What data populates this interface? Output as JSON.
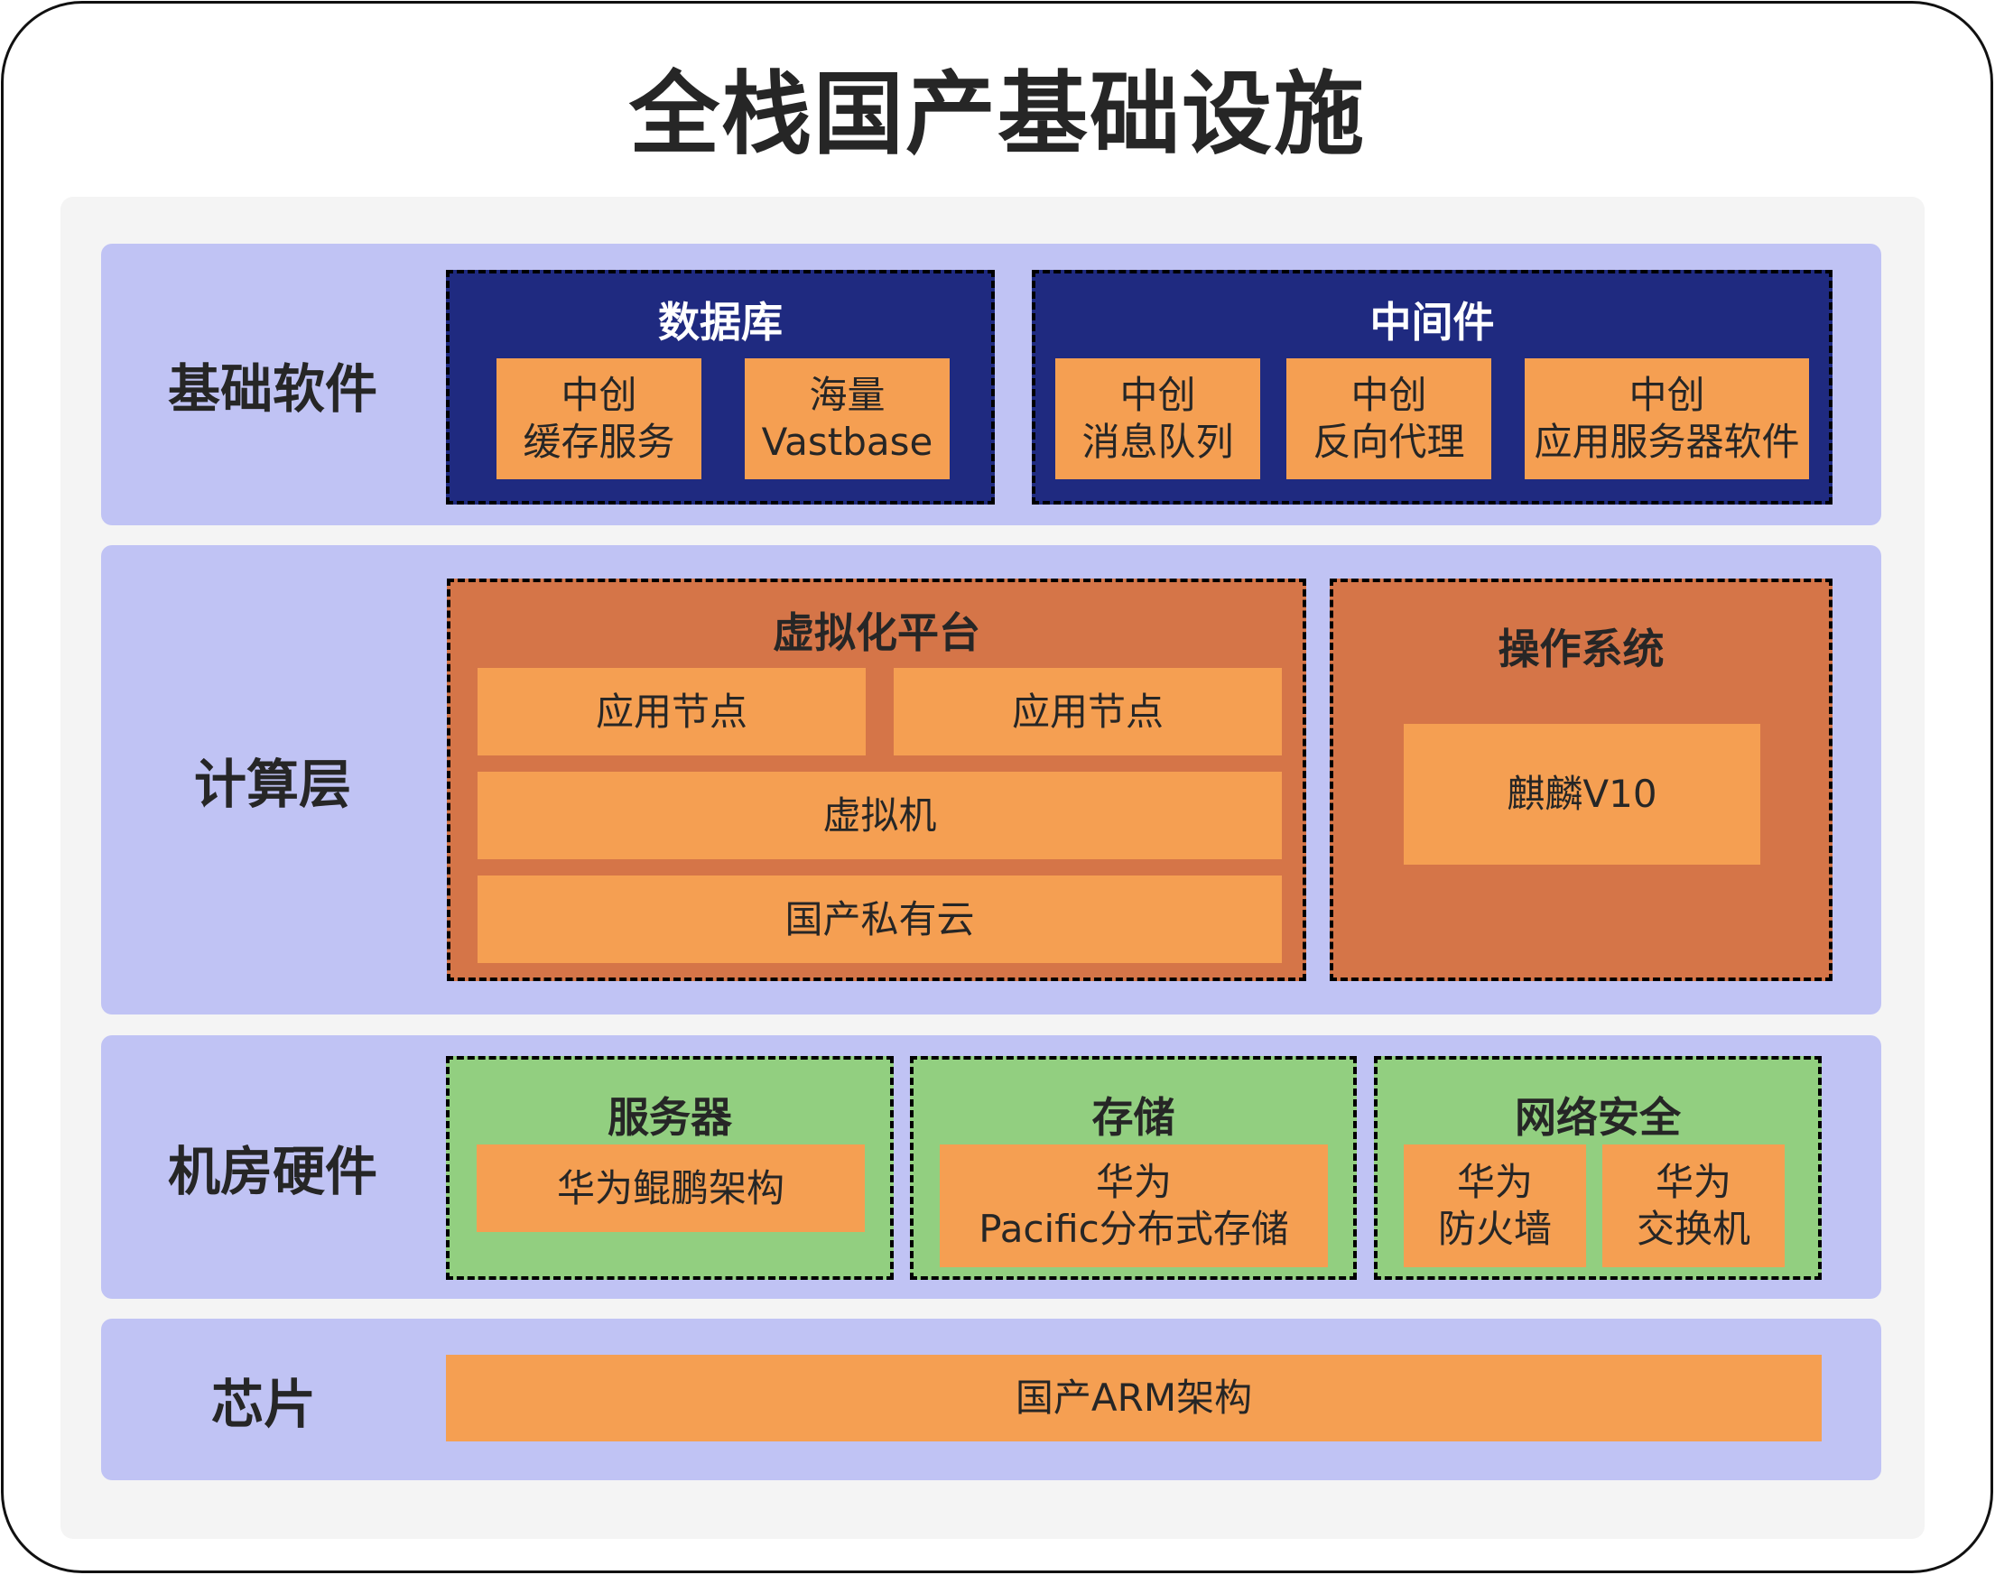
{
  "title": "全栈国产基础设施",
  "colors": {
    "row_background": "#c0c3f4",
    "panel_background": "#f4f4f4",
    "navy_group": "#1f2a80",
    "rust_group": "#d57548",
    "green_group": "#92cf80",
    "leaf_orange": "#f59f52"
  },
  "layers": {
    "basic_software": {
      "label": "基础软件",
      "database": {
        "title": "数据库",
        "items": [
          "中创\n缓存服务",
          "海量\nVastbase"
        ]
      },
      "middleware": {
        "title": "中间件",
        "items": [
          "中创\n消息队列",
          "中创\n反向代理",
          "中创\n应用服务器软件"
        ]
      }
    },
    "compute": {
      "label": "计算层",
      "virtualization": {
        "title": "虚拟化平台",
        "app_nodes": [
          "应用节点",
          "应用节点"
        ],
        "vm": "虚拟机",
        "cloud": "国产私有云"
      },
      "os": {
        "title": "操作系统",
        "item": "麒麟V10"
      }
    },
    "hardware": {
      "label": "机房硬件",
      "server": {
        "title": "服务器",
        "item": "华为鲲鹏架构"
      },
      "storage": {
        "title": "存储",
        "item": "华为\nPacific分布式存储"
      },
      "network_security": {
        "title": "网络安全",
        "items": [
          "华为\n防火墙",
          "华为\n交换机"
        ]
      }
    },
    "chip": {
      "label": "芯片",
      "item": "国产ARM架构"
    }
  }
}
